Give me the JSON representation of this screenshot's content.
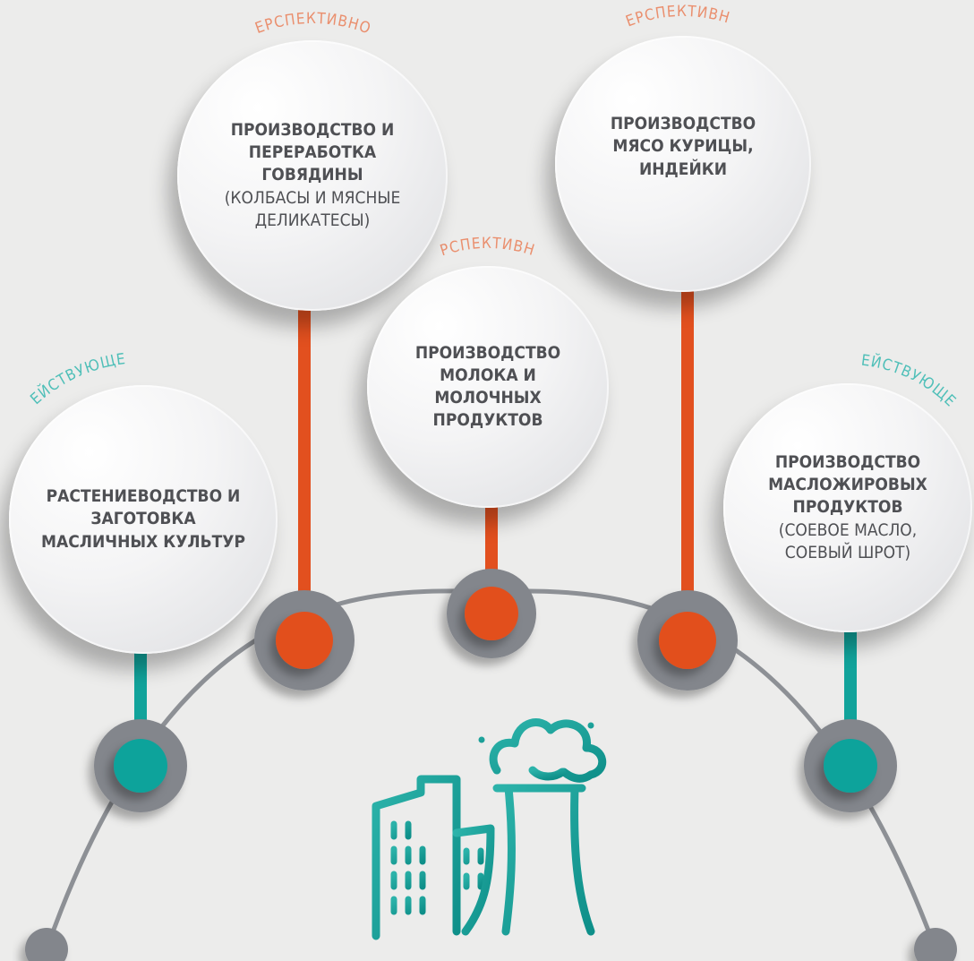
{
  "colors": {
    "background": "#ececeb",
    "orange": "#e2501f",
    "teal": "#11a39b",
    "gray_ring": "#83868c",
    "arc": "#8d9095",
    "label_orange": "#ea8f6e",
    "label_teal": "#4fbfb8",
    "bubble_text": "#4f5054"
  },
  "status_labels": {
    "prospective": "ПЕРСПЕКТИВНОЕ",
    "active": "ДЕЙСТВУЮЩЕЕ"
  },
  "nodes": [
    {
      "id": "crops",
      "status": "ДЕЙСТВУЮЩЕЕ",
      "color": "teal",
      "title": [
        "РАСТЕНИЕВОДСТВО И",
        "ЗАГОТОВКА",
        "МАСЛИЧНЫХ КУЛЬТУР"
      ],
      "note": []
    },
    {
      "id": "beef",
      "status": "ПЕРСПЕКТИВНОЕ",
      "color": "orange",
      "title": [
        "ПРОИЗВОДСТВО И",
        "ПЕРЕРАБОТКА ГОВЯДИНЫ"
      ],
      "note": [
        "(КОЛБАСЫ И МЯСНЫЕ",
        "ДЕЛИКАТЕСЫ)"
      ]
    },
    {
      "id": "dairy",
      "status": "ПЕРСПЕКТИВНОЕ",
      "color": "orange",
      "title": [
        "ПРОИЗВОДСТВО",
        "МОЛОКА И МОЛОЧНЫХ",
        "ПРОДУКТОВ"
      ],
      "note": []
    },
    {
      "id": "poultry",
      "status": "ПЕРСПЕКТИВНОЕ",
      "color": "orange",
      "title": [
        "ПРОИЗВОДСТВО",
        "МЯСО КУРИЦЫ,",
        "ИНДЕЙКИ"
      ],
      "note": []
    },
    {
      "id": "oils",
      "status": "ДЕЙСТВУЮЩЕЕ",
      "color": "teal",
      "title": [
        "ПРОИЗВОДСТВО",
        "МАСЛОЖИРОВЫХ",
        "ПРОДУКТОВ"
      ],
      "note": [
        "(СОЕВОЕ МАСЛО,",
        "СОЕВЫЙ ШРОТ)"
      ]
    }
  ],
  "icons": {
    "center": "factory-icon"
  }
}
